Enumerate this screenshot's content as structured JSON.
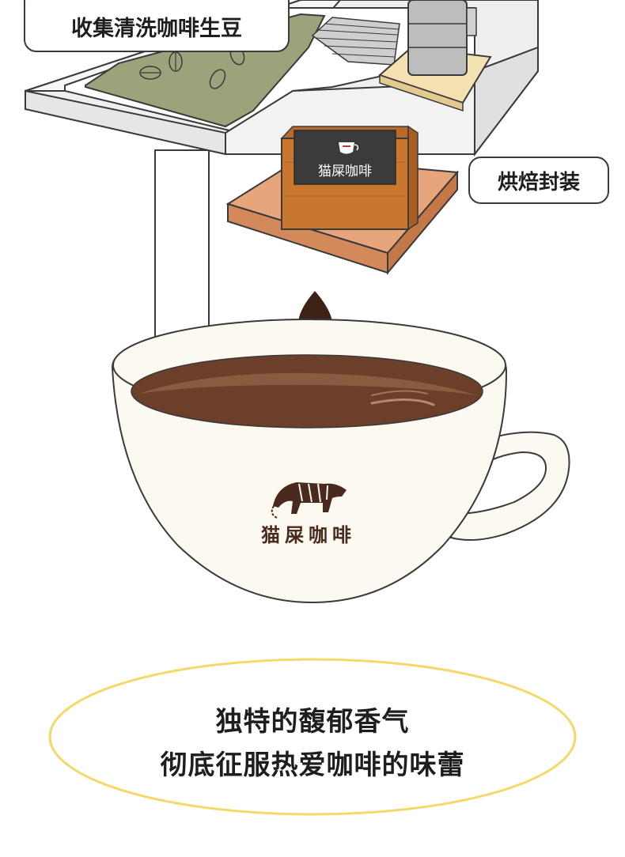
{
  "labels": {
    "collect": "收集清洗咖啡生豆",
    "roast": "烘焙封装"
  },
  "box_brand": "猫屎咖啡",
  "cup_brand": "猫屎咖啡",
  "caption": {
    "line1": "独特的馥郁香气",
    "line2": "彻底征服热爱咖啡的味蕾"
  },
  "colors": {
    "outline": "#3a3a3a",
    "coffee": "#6b3f2a",
    "coffee_light": "#8a5b40",
    "drop": "#3d2216",
    "bean_tray": "#9aa37a",
    "wood": "#d4895a",
    "wood_light": "#e6a57a",
    "box_face": "#c9772e",
    "box_label": "#3b3b3b",
    "cup": "#fbf9f0",
    "oval_border": "#f5d86a",
    "cup_logo": "#4a2a1e"
  }
}
